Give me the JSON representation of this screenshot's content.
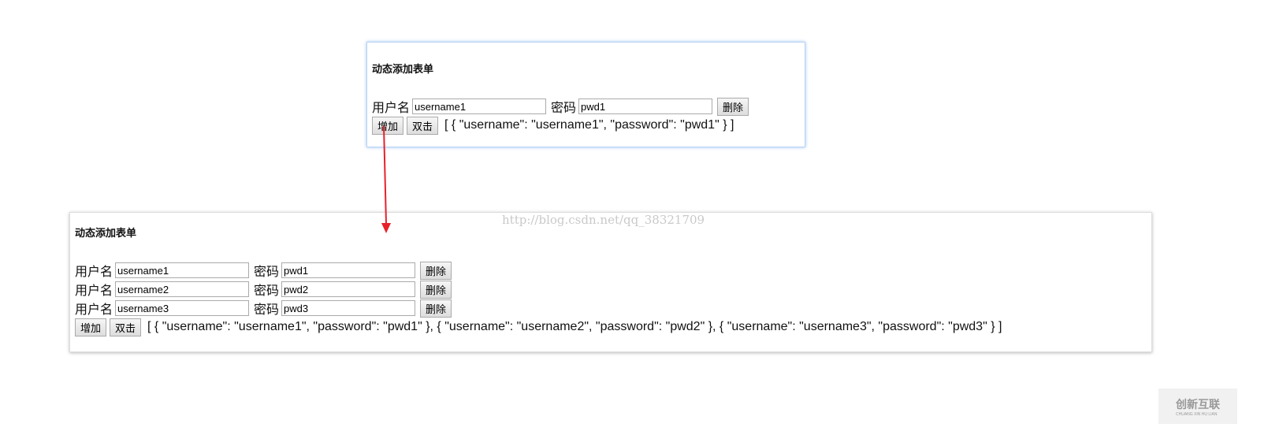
{
  "before": {
    "title": "动态添加表单",
    "rows": [
      {
        "user_label": "用户名",
        "username": "username1",
        "pwd_label": "密码",
        "password": "pwd1",
        "delete": "删除"
      }
    ],
    "add": "增加",
    "dblclick": "双击",
    "json": "[ { \"username\": \"username1\", \"password\": \"pwd1\" } ]"
  },
  "after": {
    "title": "动态添加表单",
    "rows": [
      {
        "user_label": "用户名",
        "username": "username1",
        "pwd_label": "密码",
        "password": "pwd1",
        "delete": "删除"
      },
      {
        "user_label": "用户名",
        "username": "username2",
        "pwd_label": "密码",
        "password": "pwd2",
        "delete": "删除"
      },
      {
        "user_label": "用户名",
        "username": "username3",
        "pwd_label": "密码",
        "password": "pwd3",
        "delete": "删除"
      }
    ],
    "add": "增加",
    "dblclick": "双击",
    "json": "[ { \"username\": \"username1\", \"password\": \"pwd1\" }, { \"username\": \"username2\", \"password\": \"pwd2\" }, { \"username\": \"username3\", \"password\": \"pwd3\" } ]"
  },
  "watermark": "http://blog.csdn.net/qq_38321709",
  "logo": {
    "name": "创新互联",
    "sub": "CHUANG XIN HU LIAN"
  },
  "colors": {
    "arrow": "#e8202a"
  }
}
